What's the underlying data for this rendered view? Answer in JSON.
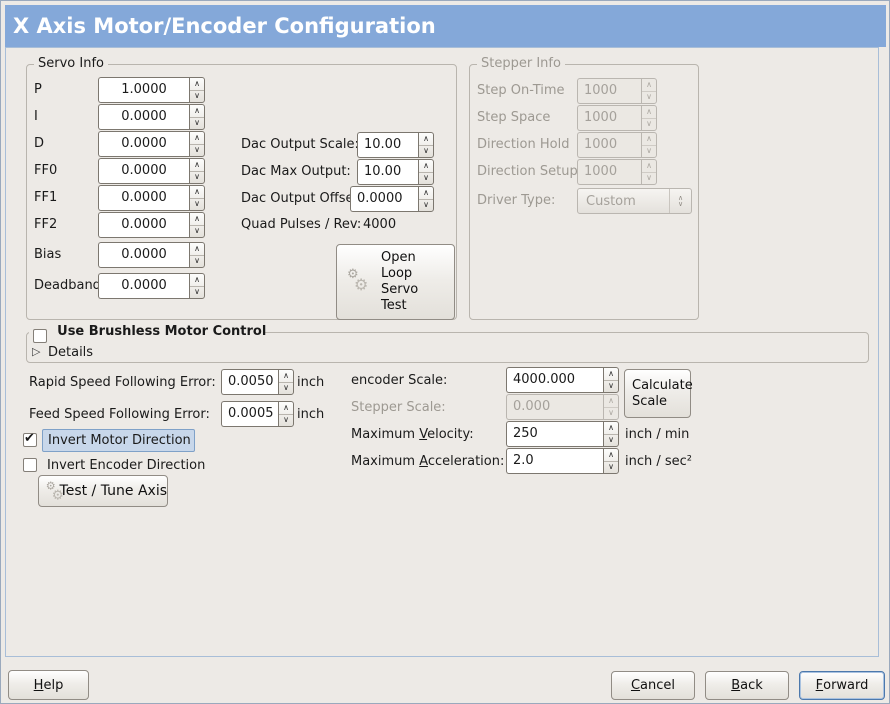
{
  "window": {
    "title": "X Axis Motor/Encoder Configuration"
  },
  "colors": {
    "header": "#84A8D9",
    "background": "#EDEAE6",
    "focus": "#4C78AC",
    "highlight": "#C8D7EA"
  },
  "icons": {
    "spin_up": "∧",
    "spin_down": "∨",
    "combo_up": "∧",
    "combo_down": "∨",
    "expander_collapsed": "▷",
    "gears": "⚙",
    "check": "✔"
  },
  "servo": {
    "title": "Servo Info",
    "rows": [
      {
        "label": "P",
        "value": "1.0000"
      },
      {
        "label": "I",
        "value": "0.0000"
      },
      {
        "label": "D",
        "value": "0.0000"
      },
      {
        "label": "FF0",
        "value": "0.0000"
      },
      {
        "label": "FF1",
        "value": "0.0000"
      },
      {
        "label": "FF2",
        "value": "0.0000"
      },
      {
        "label": "Bias",
        "value": "0.0000"
      },
      {
        "label": "Deadband",
        "value": "0.0000"
      }
    ]
  },
  "dac": {
    "scale": {
      "label": "Dac Output Scale:",
      "value": "10.00"
    },
    "max": {
      "label": "Dac Max Output:",
      "value": "10.00"
    },
    "offset": {
      "label": "Dac Output Offset:",
      "value": "0.0000"
    },
    "quad": {
      "label": "Quad Pulses / Rev:",
      "value": "4000"
    },
    "open_loop_button": "Open\nLoop\nServo\nTest"
  },
  "stepper": {
    "title": "Stepper Info",
    "rows": [
      {
        "label": "Step On-Time",
        "value": "1000"
      },
      {
        "label": "Step Space",
        "value": "1000"
      },
      {
        "label": "Direction Hold",
        "value": "1000"
      },
      {
        "label": "Direction Setup",
        "value": "1000"
      }
    ],
    "driver_label": "Driver Type:",
    "driver_value": "Custom"
  },
  "brushless": {
    "label": "Use Brushless Motor Control",
    "checked": false,
    "details": "Details"
  },
  "ferror": {
    "rapid_label": "Rapid Speed Following Error:",
    "rapid_value": "0.0050",
    "rapid_unit": "inch",
    "feed_label": "Feed Speed Following Error:",
    "feed_value": "0.0005",
    "feed_unit": "inch"
  },
  "invert": {
    "motor_label": "Invert Motor Direction",
    "motor_checked": true,
    "encoder_label": "Invert Encoder Direction",
    "encoder_checked": false
  },
  "test_button": "Test / Tune Axis",
  "scale": {
    "enc_label": "encoder Scale:",
    "enc_value": "4000.000",
    "calc_button": "Calculate\nScale",
    "step_label": "Stepper Scale:",
    "step_value": "0.000",
    "vel_label": "Maximum Velocity:",
    "vel_value": "250",
    "vel_unit": "inch / min",
    "acc_label": "Maximum Acceleration:",
    "acc_value": "2.0",
    "acc_unit": "inch / sec²"
  },
  "actions": {
    "help": "Help",
    "cancel": "Cancel",
    "back": "Back",
    "forward": "Forward"
  }
}
